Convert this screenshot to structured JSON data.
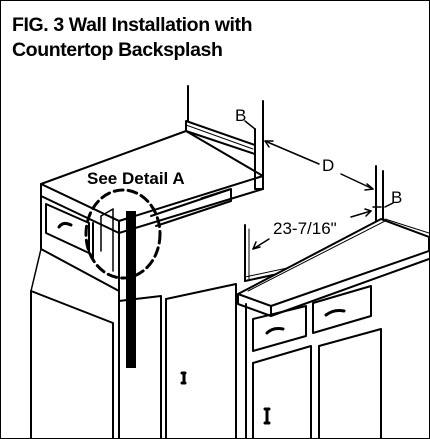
{
  "figure": {
    "title_line1": "FIG. 3 Wall Installation with",
    "title_line2": "Countertop Backsplash",
    "labels": {
      "see_detail": "See Detail A",
      "clearance_b_left": "B",
      "clearance_b_right": "B",
      "cutout_width": "D",
      "cutout_depth": "23-7/16\""
    }
  },
  "colors": {
    "ink": "#000000",
    "paper": "#ffffff"
  }
}
